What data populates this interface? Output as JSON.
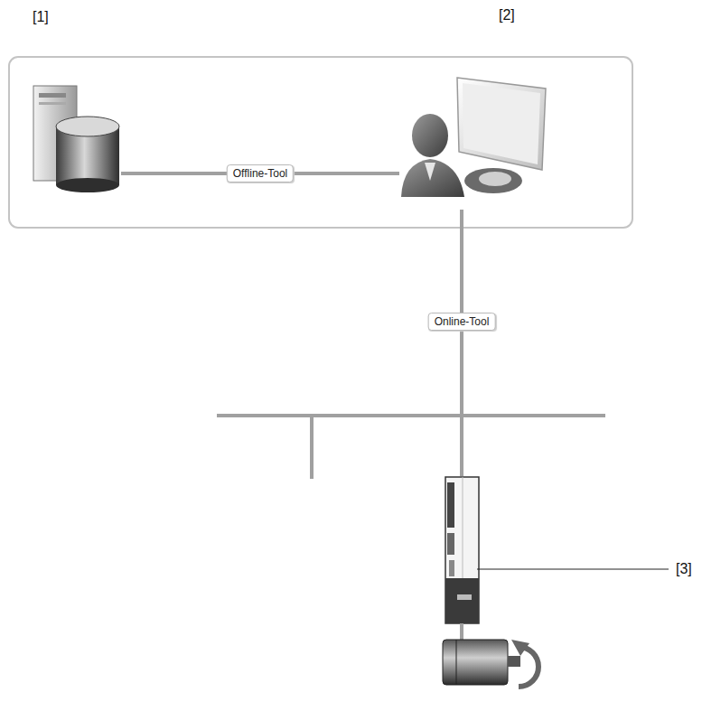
{
  "diagram": {
    "nodes": [
      {
        "text": [
          "[1]"
        ]
      },
      {
        "text": [
          "[2]"
        ]
      },
      {
        "text": [
          "[3]"
        ]
      }
    ],
    "edges": [
      {
        "from": 0,
        "to": 1,
        "arrow": "none",
        "label": "Offline-Tool"
      },
      {
        "from": 1,
        "to": 2,
        "arrow": "none",
        "label": "Online-Tool"
      }
    ]
  }
}
